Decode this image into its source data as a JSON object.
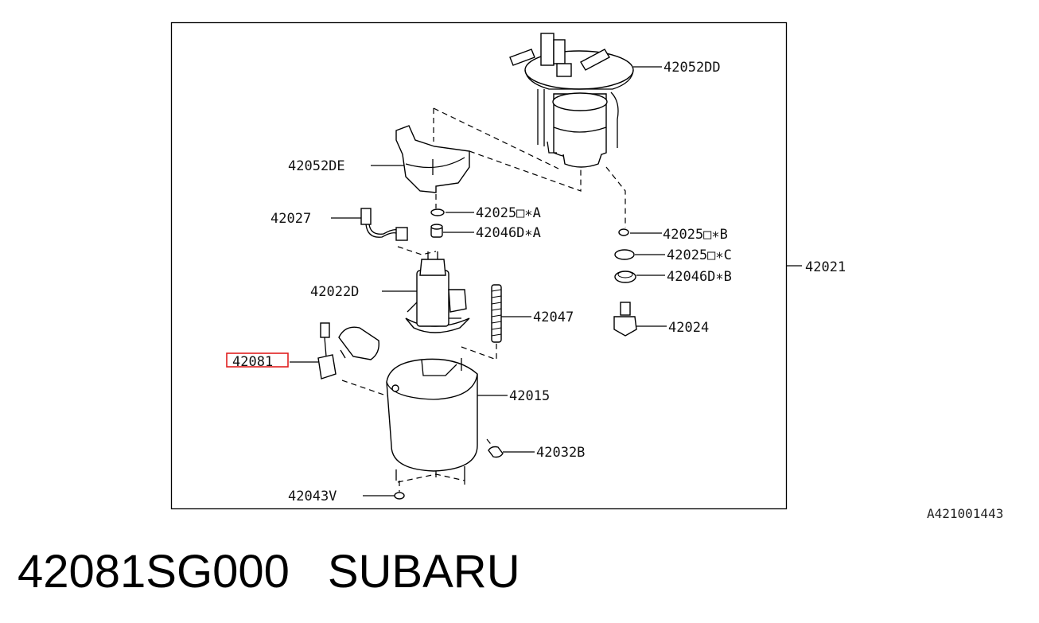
{
  "diagram": {
    "highlight_color": "#e02020",
    "labels": {
      "p42052DD": "42052DD",
      "p42052DE": "42052DE",
      "p42027": "42027",
      "p42025A": "42025□∗A",
      "p42046DA": "42046D∗A",
      "p42025B": "42025□∗B",
      "p42025C": "42025□∗C",
      "p42046DB": "42046D∗B",
      "p42021": "42021",
      "p42022D": "42022D",
      "p42047": "42047",
      "p42024": "42024",
      "p42081": "42081",
      "p42015": "42015",
      "p42032B": "42032B",
      "p42043V": "42043V"
    },
    "highlighted_part": "42081"
  },
  "figure_code": "A421001443",
  "footer": {
    "part_number": "42081SG000",
    "brand": "SUBARU"
  }
}
